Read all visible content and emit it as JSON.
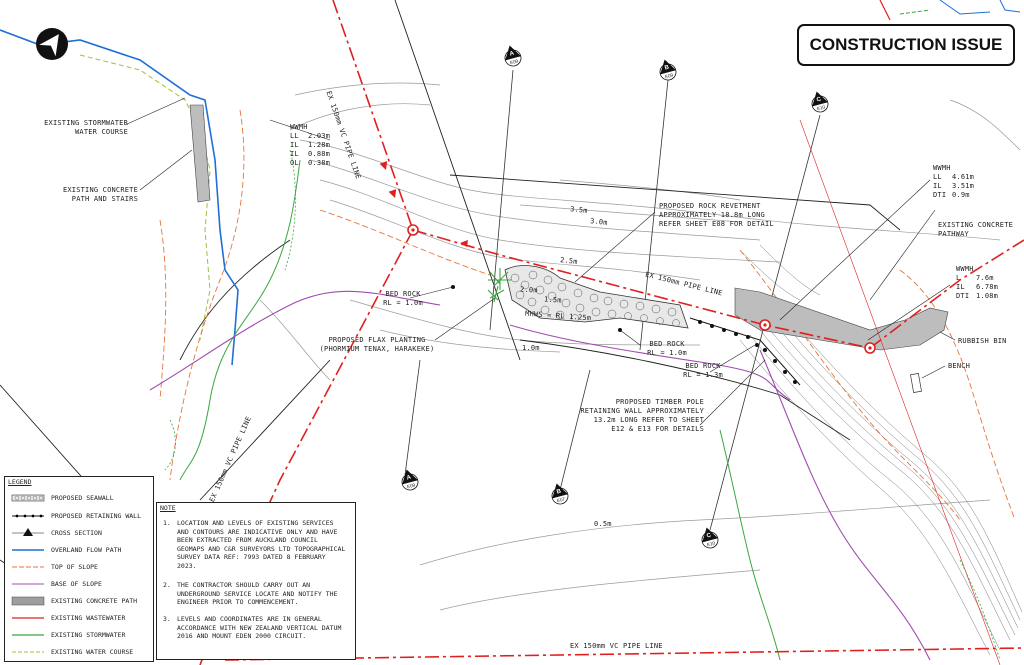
{
  "stamp": "CONSTRUCTION ISSUE",
  "pipe_labels": {
    "top": "EX 150mm VC PIPE LINE",
    "mid": "EX 150mm PIPE LINE",
    "left": "EX 150mm VC PIPE LINE",
    "bottom": "EX 150mm VC PIPE LINE"
  },
  "wwmh_1": {
    "title": "WWMH",
    "rows": [
      [
        "LL",
        "2.03m"
      ],
      [
        "IL",
        "1.28m"
      ],
      [
        "IL",
        "0.88m"
      ],
      [
        "OL",
        "0.38m"
      ]
    ]
  },
  "wwmh_2": {
    "title": "WWMH",
    "rows": [
      [
        "LL",
        "4.61m"
      ],
      [
        "IL",
        "3.51m"
      ],
      [
        "DTI",
        "0.9m"
      ]
    ]
  },
  "wwmh_3": {
    "title": "WWMH",
    "rows": [
      [
        "L",
        "7.6m"
      ],
      [
        "IL",
        "6.78m"
      ],
      [
        "DTI",
        "1.08m"
      ]
    ]
  },
  "annotations": {
    "stormwater": "EXISTING STORMWATER\nWATER COURSE",
    "concrete_path": "EXISTING CONCRETE\nPATH AND STAIRS",
    "bed_rock_1": "BED ROCK\nRL = 1.0m",
    "flax": "PROPOSED FLAX PLANTING\n(PHORMIUM TENAX, HARAKEKE)",
    "revetment": "PROPOSED ROCK REVETMENT\nAPPROXIMATELY 18.8m LONG\nREFER SHEET E08 FOR DETAIL",
    "bed_rock_2": "BED ROCK\nRL = 1.0m",
    "bed_rock_3": "BED ROCK\nRL = 1.3m",
    "timber_wall": "PROPOSED TIMBER POLE\nRETAINING WALL APPROXIMATELY\n13.2m LONG REFER TO SHEET\nE12 & E13 FOR DETAILS",
    "concrete_pathway": "EXISTING CONCRETE\nPATHWAY",
    "rubbish_bin": "RUBBISH BIN",
    "bench": "BENCH",
    "mhws": "MHWS = RL 1.25m"
  },
  "contours": [
    "3.5m",
    "3.0m",
    "2.5m",
    "2.0m",
    "1.5m",
    "1.0m",
    "0.5m"
  ],
  "sections": [
    {
      "letter": "A",
      "sheet": "E09"
    },
    {
      "letter": "B",
      "sheet": "E09"
    },
    {
      "letter": "C",
      "sheet": "E10"
    },
    {
      "letter": "A",
      "sheet": "E09"
    },
    {
      "letter": "B",
      "sheet": "E07"
    },
    {
      "letter": "C",
      "sheet": "E10"
    }
  ],
  "legend": {
    "title": "LEGEND",
    "items": [
      "PROPOSED SEAWALL",
      "PROPOSED RETAINING WALL",
      "CROSS SECTION",
      "OVERLAND FLOW PATH",
      "TOP OF SLOPE",
      "BASE OF SLOPE",
      "EXISTING CONCRETE PATH",
      "EXISTING WASTEWATER",
      "EXISTING STORMWATER",
      "EXISTING WATER COURSE"
    ]
  },
  "note": {
    "title": "NOTE",
    "items": [
      {
        "num": "1.",
        "text": "LOCATION AND LEVELS OF EXISTING SERVICES AND CONTOURS ARE INDICATIVE ONLY AND HAVE BEEN EXTRACTED FROM AUCKLAND COUNCIL GEOMAPS AND C&R SURVEYORS LTD TOPOGRAPHICAL SURVEY DATA REF: 7993 DATED 8 FEBRUARY 2023."
      },
      {
        "num": "2.",
        "text": "THE CONTRACTOR SHOULD CARRY OUT AN UNDERGROUND SERVICE LOCATE AND NOTIFY THE ENGINEER PRIOR TO COMMENCEMENT."
      },
      {
        "num": "3.",
        "text": "LEVELS AND COORDINATES ARE IN GENERAL ACCORDANCE WITH NEW ZEALAND VERTICAL DATUM 2016 AND MOUNT EDEN 2000 CIRCUIT."
      }
    ]
  },
  "colors": {
    "wastewater": "#e02020",
    "stormwater": "#1f6fd6",
    "watercourse": "#9bc23a",
    "top_slope": "#e8743a",
    "base_slope": "#a04cb0",
    "concrete": "#bdbdbd",
    "contour": "#9a9a9a",
    "vegetation": "#3aa640"
  }
}
